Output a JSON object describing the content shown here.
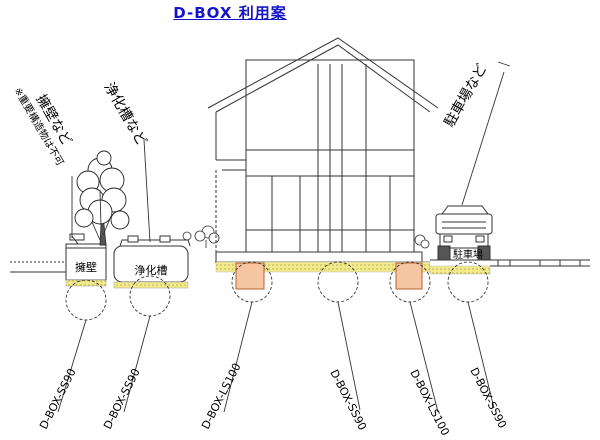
{
  "title": "D-BOX 利用案",
  "callouts": {
    "retaining_wall_label": "擁壁など",
    "retaining_wall_note": "※重要構造物は不可",
    "septic_tank_label": "浄化槽など",
    "parking_label": "駐車場など"
  },
  "in_figure_labels": {
    "retaining_wall": "擁壁",
    "septic_tank": "浄化槽",
    "parking": "駐車場"
  },
  "products": [
    {
      "id": "p1",
      "label": "D-BOX-SS90"
    },
    {
      "id": "p2",
      "label": "D-BOX-SS90"
    },
    {
      "id": "p3",
      "label": "D-BOX-LS100"
    },
    {
      "id": "p4",
      "label": "D-BOX-SS90"
    },
    {
      "id": "p5",
      "label": "D-BOX-LS100"
    },
    {
      "id": "p6",
      "label": "D-BOX-SS90"
    }
  ],
  "colors": {
    "title": "#1414c8",
    "line": "#333333",
    "gravel": "#f2ea8c",
    "box_fill": "#f6c6a2",
    "box_stroke": "#b5622e"
  }
}
